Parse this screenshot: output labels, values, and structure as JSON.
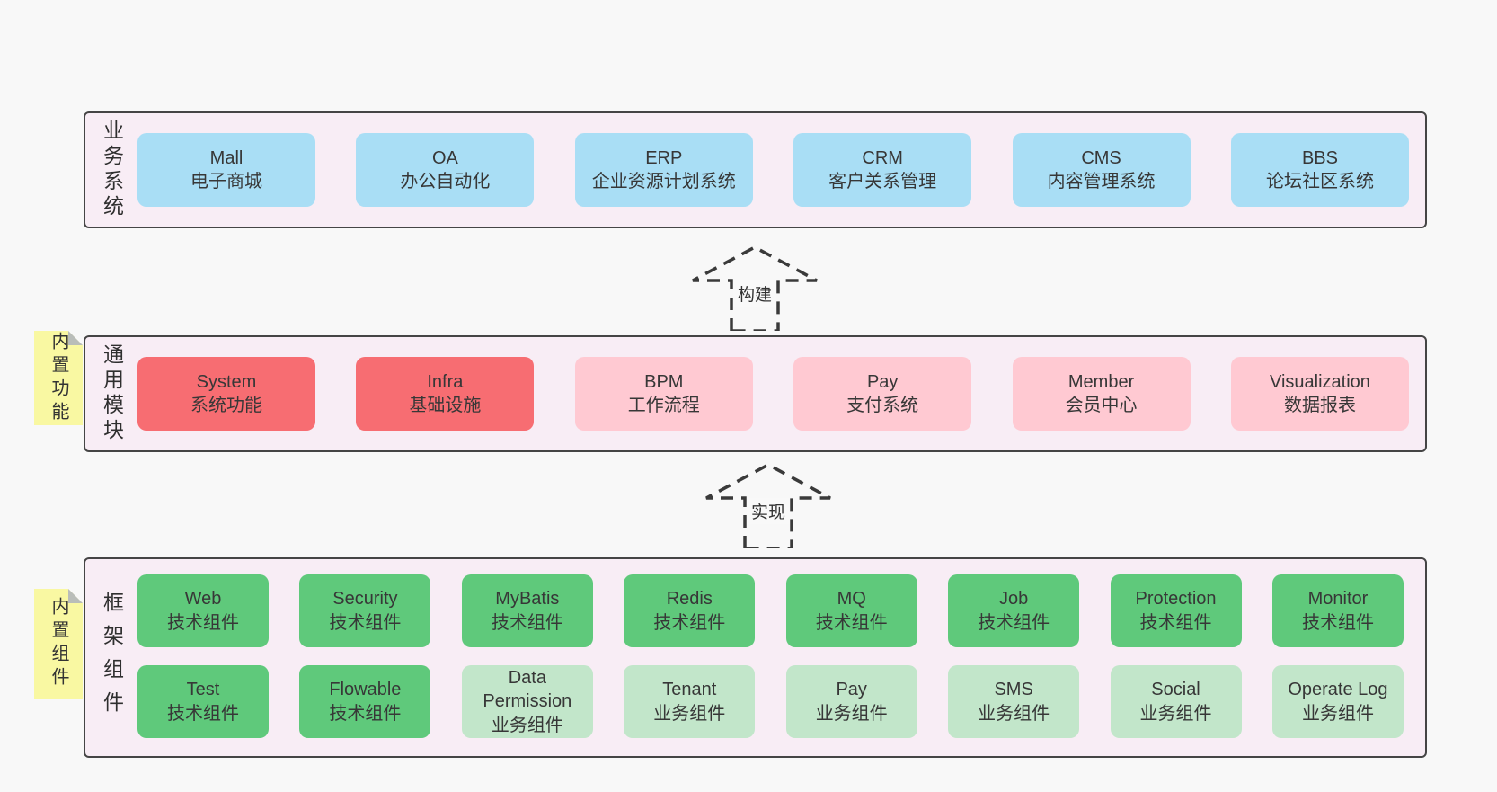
{
  "colors": {
    "page_background": "#f8f8f8",
    "panel_background": "#f8edf5",
    "panel_border": "#454545",
    "blue_box": "#a9def5",
    "red_box": "#f76d72",
    "pink_box": "#ffc9d2",
    "green_box": "#5fc97b",
    "light_green_box": "#c2e6ca",
    "note_yellow": "#f9f8a2"
  },
  "arrows": [
    {
      "label": "构建"
    },
    {
      "label": "实现"
    }
  ],
  "layers": [
    {
      "label": "业务系统",
      "boxes": [
        {
          "title": "Mall",
          "subtitle": "电子商城"
        },
        {
          "title": "OA",
          "subtitle": "办公自动化"
        },
        {
          "title": "ERP",
          "subtitle": "企业资源计划系统"
        },
        {
          "title": "CRM",
          "subtitle": "客户关系管理"
        },
        {
          "title": "CMS",
          "subtitle": "内容管理系统"
        },
        {
          "title": "BBS",
          "subtitle": "论坛社区系统"
        }
      ]
    },
    {
      "label": "通用模块",
      "note": "内置功能",
      "boxes": [
        {
          "title": "System",
          "subtitle": "系统功能"
        },
        {
          "title": "Infra",
          "subtitle": "基础设施"
        },
        {
          "title": "BPM",
          "subtitle": "工作流程"
        },
        {
          "title": "Pay",
          "subtitle": "支付系统"
        },
        {
          "title": "Member",
          "subtitle": "会员中心"
        },
        {
          "title": "Visualization",
          "subtitle": "数据报表"
        }
      ]
    },
    {
      "label": "框架组件",
      "note": "内置组件",
      "rows": [
        [
          {
            "title": "Web",
            "subtitle": "技术组件"
          },
          {
            "title": "Security",
            "subtitle": "技术组件"
          },
          {
            "title": "MyBatis",
            "subtitle": "技术组件"
          },
          {
            "title": "Redis",
            "subtitle": "技术组件"
          },
          {
            "title": "MQ",
            "subtitle": "技术组件"
          },
          {
            "title": "Job",
            "subtitle": "技术组件"
          },
          {
            "title": "Protection",
            "subtitle": "技术组件"
          },
          {
            "title": "Monitor",
            "subtitle": "技术组件"
          }
        ],
        [
          {
            "title": "Test",
            "subtitle": "技术组件"
          },
          {
            "title": "Flowable",
            "subtitle": "技术组件"
          },
          {
            "title": "Data Permission",
            "subtitle": "业务组件"
          },
          {
            "title": "Tenant",
            "subtitle": "业务组件"
          },
          {
            "title": "Pay",
            "subtitle": "业务组件"
          },
          {
            "title": "SMS",
            "subtitle": "业务组件"
          },
          {
            "title": "Social",
            "subtitle": "业务组件"
          },
          {
            "title": "Operate Log",
            "subtitle": "业务组件"
          }
        ]
      ]
    }
  ]
}
